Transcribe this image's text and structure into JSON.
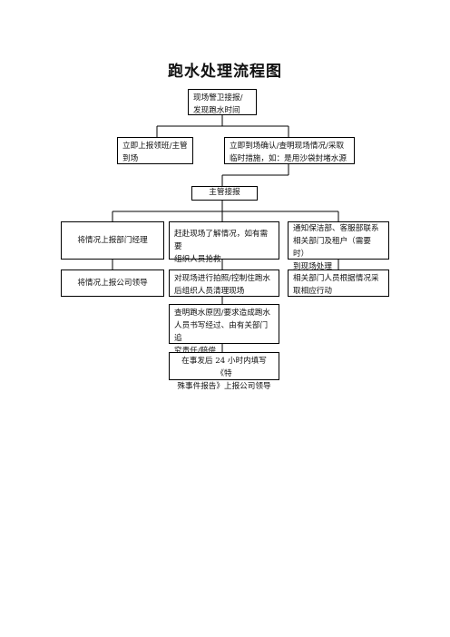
{
  "title": "跑水处理流程图",
  "nodes": {
    "n1": "现场警卫接报/\n发现跑水时间",
    "n2a": "立即上报领班/主管\n到场",
    "n2b": "立即到场确认/查明现场情况/采取\n临时措施，如：是用沙袋封堵水源",
    "n3": "主管接报",
    "n4a": "将情况上报部门经理",
    "n4b": "赶赴现场了解情况，如有需要\n组织人员抢救",
    "n4c": "通知保洁部、客服部联系\n相关部门及租户（需要时）\n到现场处理",
    "n5a": "将情况上报公司领导",
    "n5b": "对现场进行拍照/控制住跑水\n后组织人员清理现场",
    "n5c": "相关部门人员根据情况采\n取相应行动",
    "n6": "查明跑水原因/要求造成跑水\n人员书写经过、由有关部门追\n究责任/赔偿",
    "n7": "在事发后 24 小时内填写《特\n殊事件报告》上报公司领导"
  }
}
